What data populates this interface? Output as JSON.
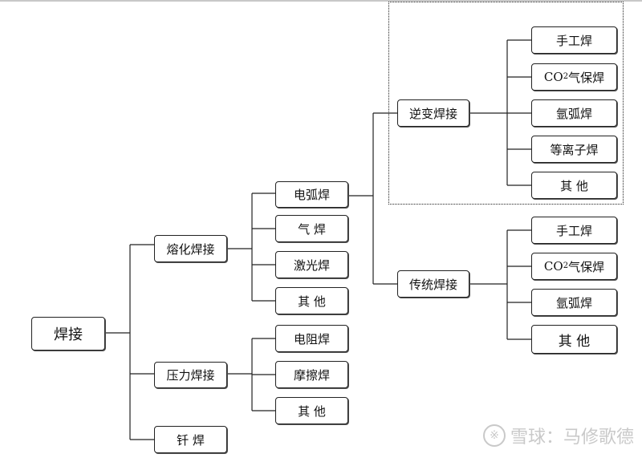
{
  "root": "焊接",
  "level1": {
    "fusion": "熔化焊接",
    "pressure": "压力焊接",
    "brazing": "钎 焊"
  },
  "fusion_children": {
    "arc": "电弧焊",
    "gas": "气 焊",
    "laser": "激光焊",
    "other": "其 他"
  },
  "pressure_children": {
    "resistance": "电阻焊",
    "friction": "摩擦焊",
    "other": "其 他"
  },
  "arc_children": {
    "inverter": "逆变焊接",
    "traditional": "传统焊接"
  },
  "inverter_children": {
    "manual": "手工焊",
    "co2_prefix": "CO",
    "co2_sub": "2",
    "co2_suffix": "气保焊",
    "argon": "氩弧焊",
    "plasma": "等离子焊",
    "other": "其 他"
  },
  "traditional_children": {
    "manual": "手工焊",
    "co2_prefix": "CO",
    "co2_sub": "2",
    "co2_suffix": "气保焊",
    "argon": "氩弧焊",
    "other": "其 他"
  },
  "watermark": {
    "icon": "※",
    "text": "雪球：马修歌德"
  }
}
